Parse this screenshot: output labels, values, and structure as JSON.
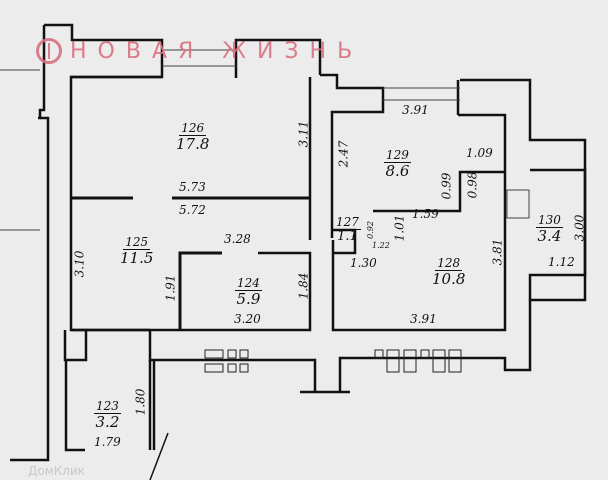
{
  "logo": {
    "text": "НОВАЯ ЖИЗНЬ"
  },
  "watermark": {
    "text": "ДомКлик"
  },
  "rooms": [
    {
      "number": "126",
      "area": "17.8"
    },
    {
      "number": "125",
      "area": "11.5"
    },
    {
      "number": "124",
      "area": "5.9"
    },
    {
      "number": "123",
      "area": "3.2"
    },
    {
      "number": "129",
      "area": "8.6"
    },
    {
      "number": "127",
      "area": "1.1"
    },
    {
      "number": "128",
      "area": "10.8"
    },
    {
      "number": "130",
      "area": "3.4"
    }
  ],
  "dimensions": {
    "r126_right": "3.11",
    "r126_bottom": "5.73",
    "r125_top": "5.72",
    "r125_left": "3.10",
    "r124_top": "3.28",
    "r124_left": "1.91",
    "r124_right": "1.84",
    "r124_bottom": "3.20",
    "r123_right": "1.80",
    "r123_bottom": "1.79",
    "r129_top": "3.91",
    "r129_left": "2.47",
    "r129_step": "1.09",
    "r129_step_v": "0.99",
    "r128_step_v": "0.98",
    "r127_right": "0.92",
    "r127_bottom": "1.22",
    "r128_left": "1.01",
    "r128_top": "1.59",
    "r128_step": "1.30",
    "r128_right": "3.81",
    "r128_bottom": "3.91",
    "r130_right": "3.00",
    "r130_bottom": "1.12"
  }
}
